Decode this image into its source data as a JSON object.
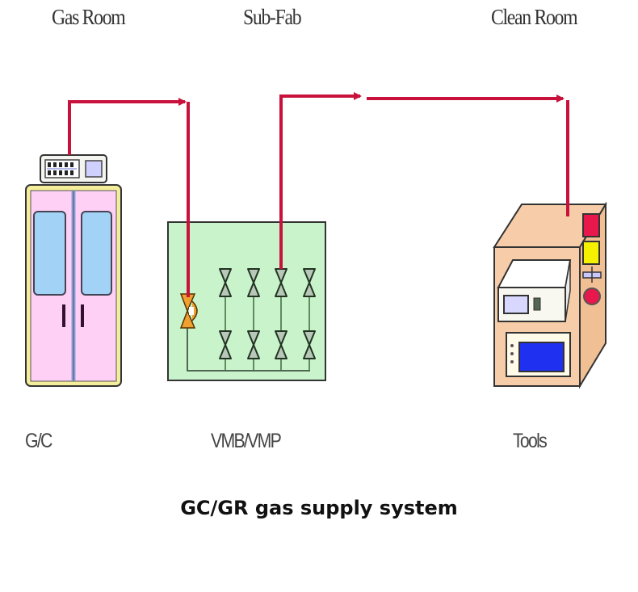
{
  "title": "GC/GR gas supply system",
  "zones": [
    {
      "id": "gas-room",
      "label": "Gas Room"
    },
    {
      "id": "sub-fab",
      "label": "Sub-Fab"
    },
    {
      "id": "clean-room",
      "label": "Clean Room"
    }
  ],
  "equipment": [
    {
      "id": "gc",
      "label": "G/C",
      "icon": "gas-cabinet-icon"
    },
    {
      "id": "vmb",
      "label": "VMB/VMP",
      "icon": "valve-manifold-box-icon"
    },
    {
      "id": "tools",
      "label": "Tools",
      "icon": "process-tool-icon"
    }
  ],
  "flow": [
    {
      "from": "G/C",
      "to": "VMB/VMP"
    },
    {
      "from": "VMB/VMP",
      "to": "Tools"
    }
  ],
  "colors": {
    "pipe": "#c8123c",
    "cabinet_body": "#ffd0f5",
    "cabinet_frame": "#f2ec90",
    "cabinet_window": "#a0d0f5",
    "vmb_fill": "#c8f5c8",
    "regulator": "#f0a030",
    "tool_body": "#f5c8a0",
    "tool_red": "#e8184c",
    "tool_yellow": "#f5f000",
    "tool_screen": "#2030f0"
  }
}
